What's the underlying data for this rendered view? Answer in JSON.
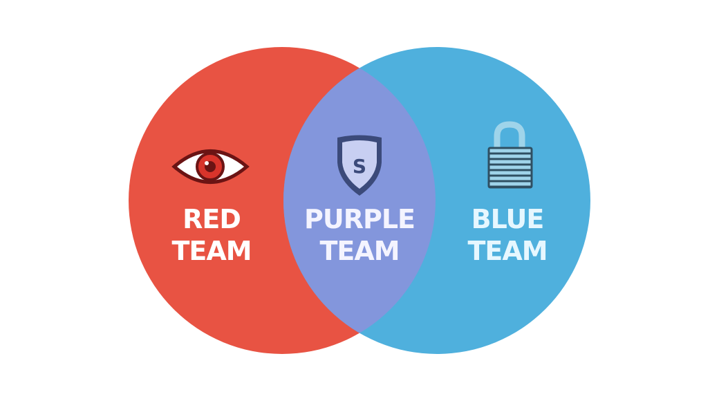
{
  "colors": {
    "red": "#e85343",
    "blue": "#4fb0dd",
    "purple": "#8396dc",
    "eye_dark": "#6b1414",
    "eye_iris": "#d9342b",
    "shield_dark": "#3b4a7a",
    "shield_fill": "#c8cff2",
    "lock_body": "#9fd4ea",
    "lock_dark": "#2f4f62"
  },
  "sets": {
    "red": {
      "line1": "RED",
      "line2": "TEAM",
      "icon": "eye-icon"
    },
    "purple": {
      "line1": "PURPLE",
      "line2": "TEAM",
      "icon": "shield-icon",
      "badge_letter": "S"
    },
    "blue": {
      "line1": "BLUE",
      "line2": "TEAM",
      "icon": "padlock-icon"
    }
  }
}
